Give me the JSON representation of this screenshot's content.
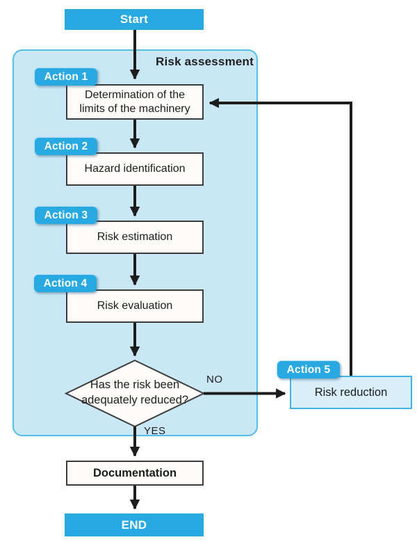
{
  "flow": {
    "title": "Risk assessment",
    "start": "Start",
    "end": "END",
    "documentation": "Documentation",
    "actions": [
      {
        "badge": "Action 1",
        "lines": [
          "Determination of the",
          "limits of the machinery"
        ]
      },
      {
        "badge": "Action 2",
        "label": "Hazard identification"
      },
      {
        "badge": "Action 3",
        "label": "Risk estimation"
      },
      {
        "badge": "Action 4",
        "label": "Risk evaluation"
      },
      {
        "badge": "Action 5",
        "label": "Risk reduction"
      }
    ],
    "decision": {
      "lines": [
        "Has the risk been",
        "adequately reduced?"
      ],
      "no": "NO",
      "yes": "YES"
    },
    "colors": {
      "accent_blue": "#29a9e1",
      "panel_fill": "#c9e7f5",
      "panel_border": "#54bee8",
      "reduction_fill": "#d8eef9",
      "reduction_border": "#41b2e2",
      "arrow": "#1d1d1d",
      "box_border": "#3d3d3d"
    }
  }
}
